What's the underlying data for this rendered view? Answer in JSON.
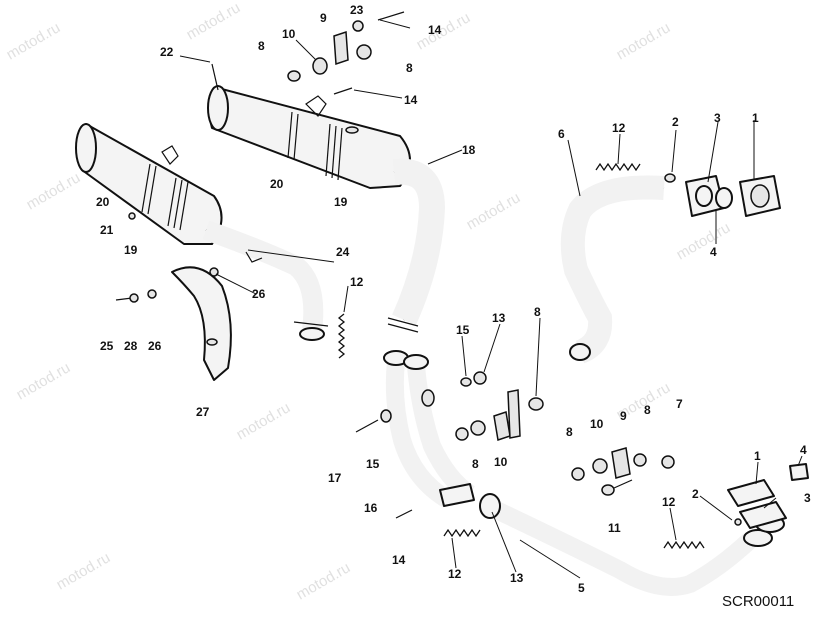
{
  "diagram": {
    "code": "SCR00011",
    "watermark": "motod.ru",
    "callouts": {
      "c1a": "1",
      "c1b": "1",
      "c2a": "2",
      "c2b": "2",
      "c3a": "3",
      "c3b": "3",
      "c4a": "4",
      "c4b": "4",
      "c5": "5",
      "c6": "6",
      "c7": "7",
      "c8a": "8",
      "c8b": "8",
      "c8c": "8",
      "c8d": "8",
      "c8e": "8",
      "c8f": "8",
      "c9a": "9",
      "c9b": "9",
      "c10a": "10",
      "c10b": "10",
      "c10c": "10",
      "c11": "11",
      "c12a": "12",
      "c12b": "12",
      "c12c": "12",
      "c12d": "12",
      "c13a": "13",
      "c13b": "13",
      "c14a": "14",
      "c14b": "14",
      "c14c": "14",
      "c15a": "15",
      "c15b": "15",
      "c16": "16",
      "c17": "17",
      "c18": "18",
      "c19a": "19",
      "c19b": "19",
      "c20a": "20",
      "c20b": "20",
      "c21": "21",
      "c22": "22",
      "c23": "23",
      "c24": "24",
      "c25": "25",
      "c26a": "26",
      "c26b": "26",
      "c27": "27",
      "c28": "28"
    }
  }
}
